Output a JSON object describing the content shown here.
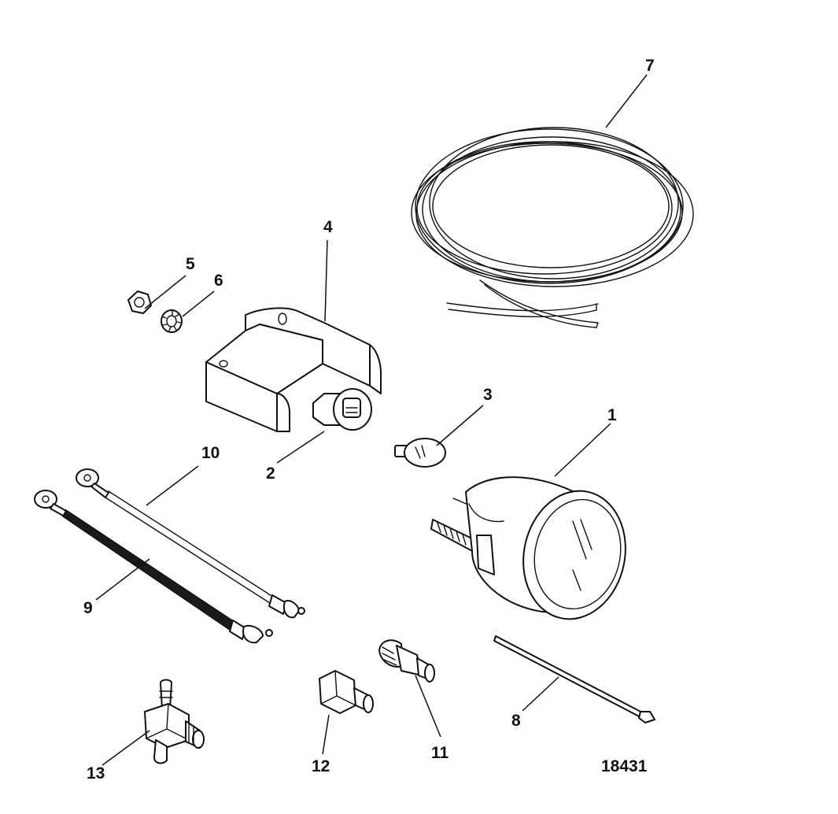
{
  "diagram": {
    "figure_number": "18431",
    "callouts": [
      {
        "id": "1",
        "label": "1"
      },
      {
        "id": "2",
        "label": "2"
      },
      {
        "id": "3",
        "label": "3"
      },
      {
        "id": "4",
        "label": "4"
      },
      {
        "id": "5",
        "label": "5"
      },
      {
        "id": "6",
        "label": "6"
      },
      {
        "id": "7",
        "label": "7"
      },
      {
        "id": "8",
        "label": "8"
      },
      {
        "id": "9",
        "label": "9"
      },
      {
        "id": "10",
        "label": "10"
      },
      {
        "id": "11",
        "label": "11"
      },
      {
        "id": "12",
        "label": "12"
      },
      {
        "id": "13",
        "label": "13"
      }
    ]
  }
}
